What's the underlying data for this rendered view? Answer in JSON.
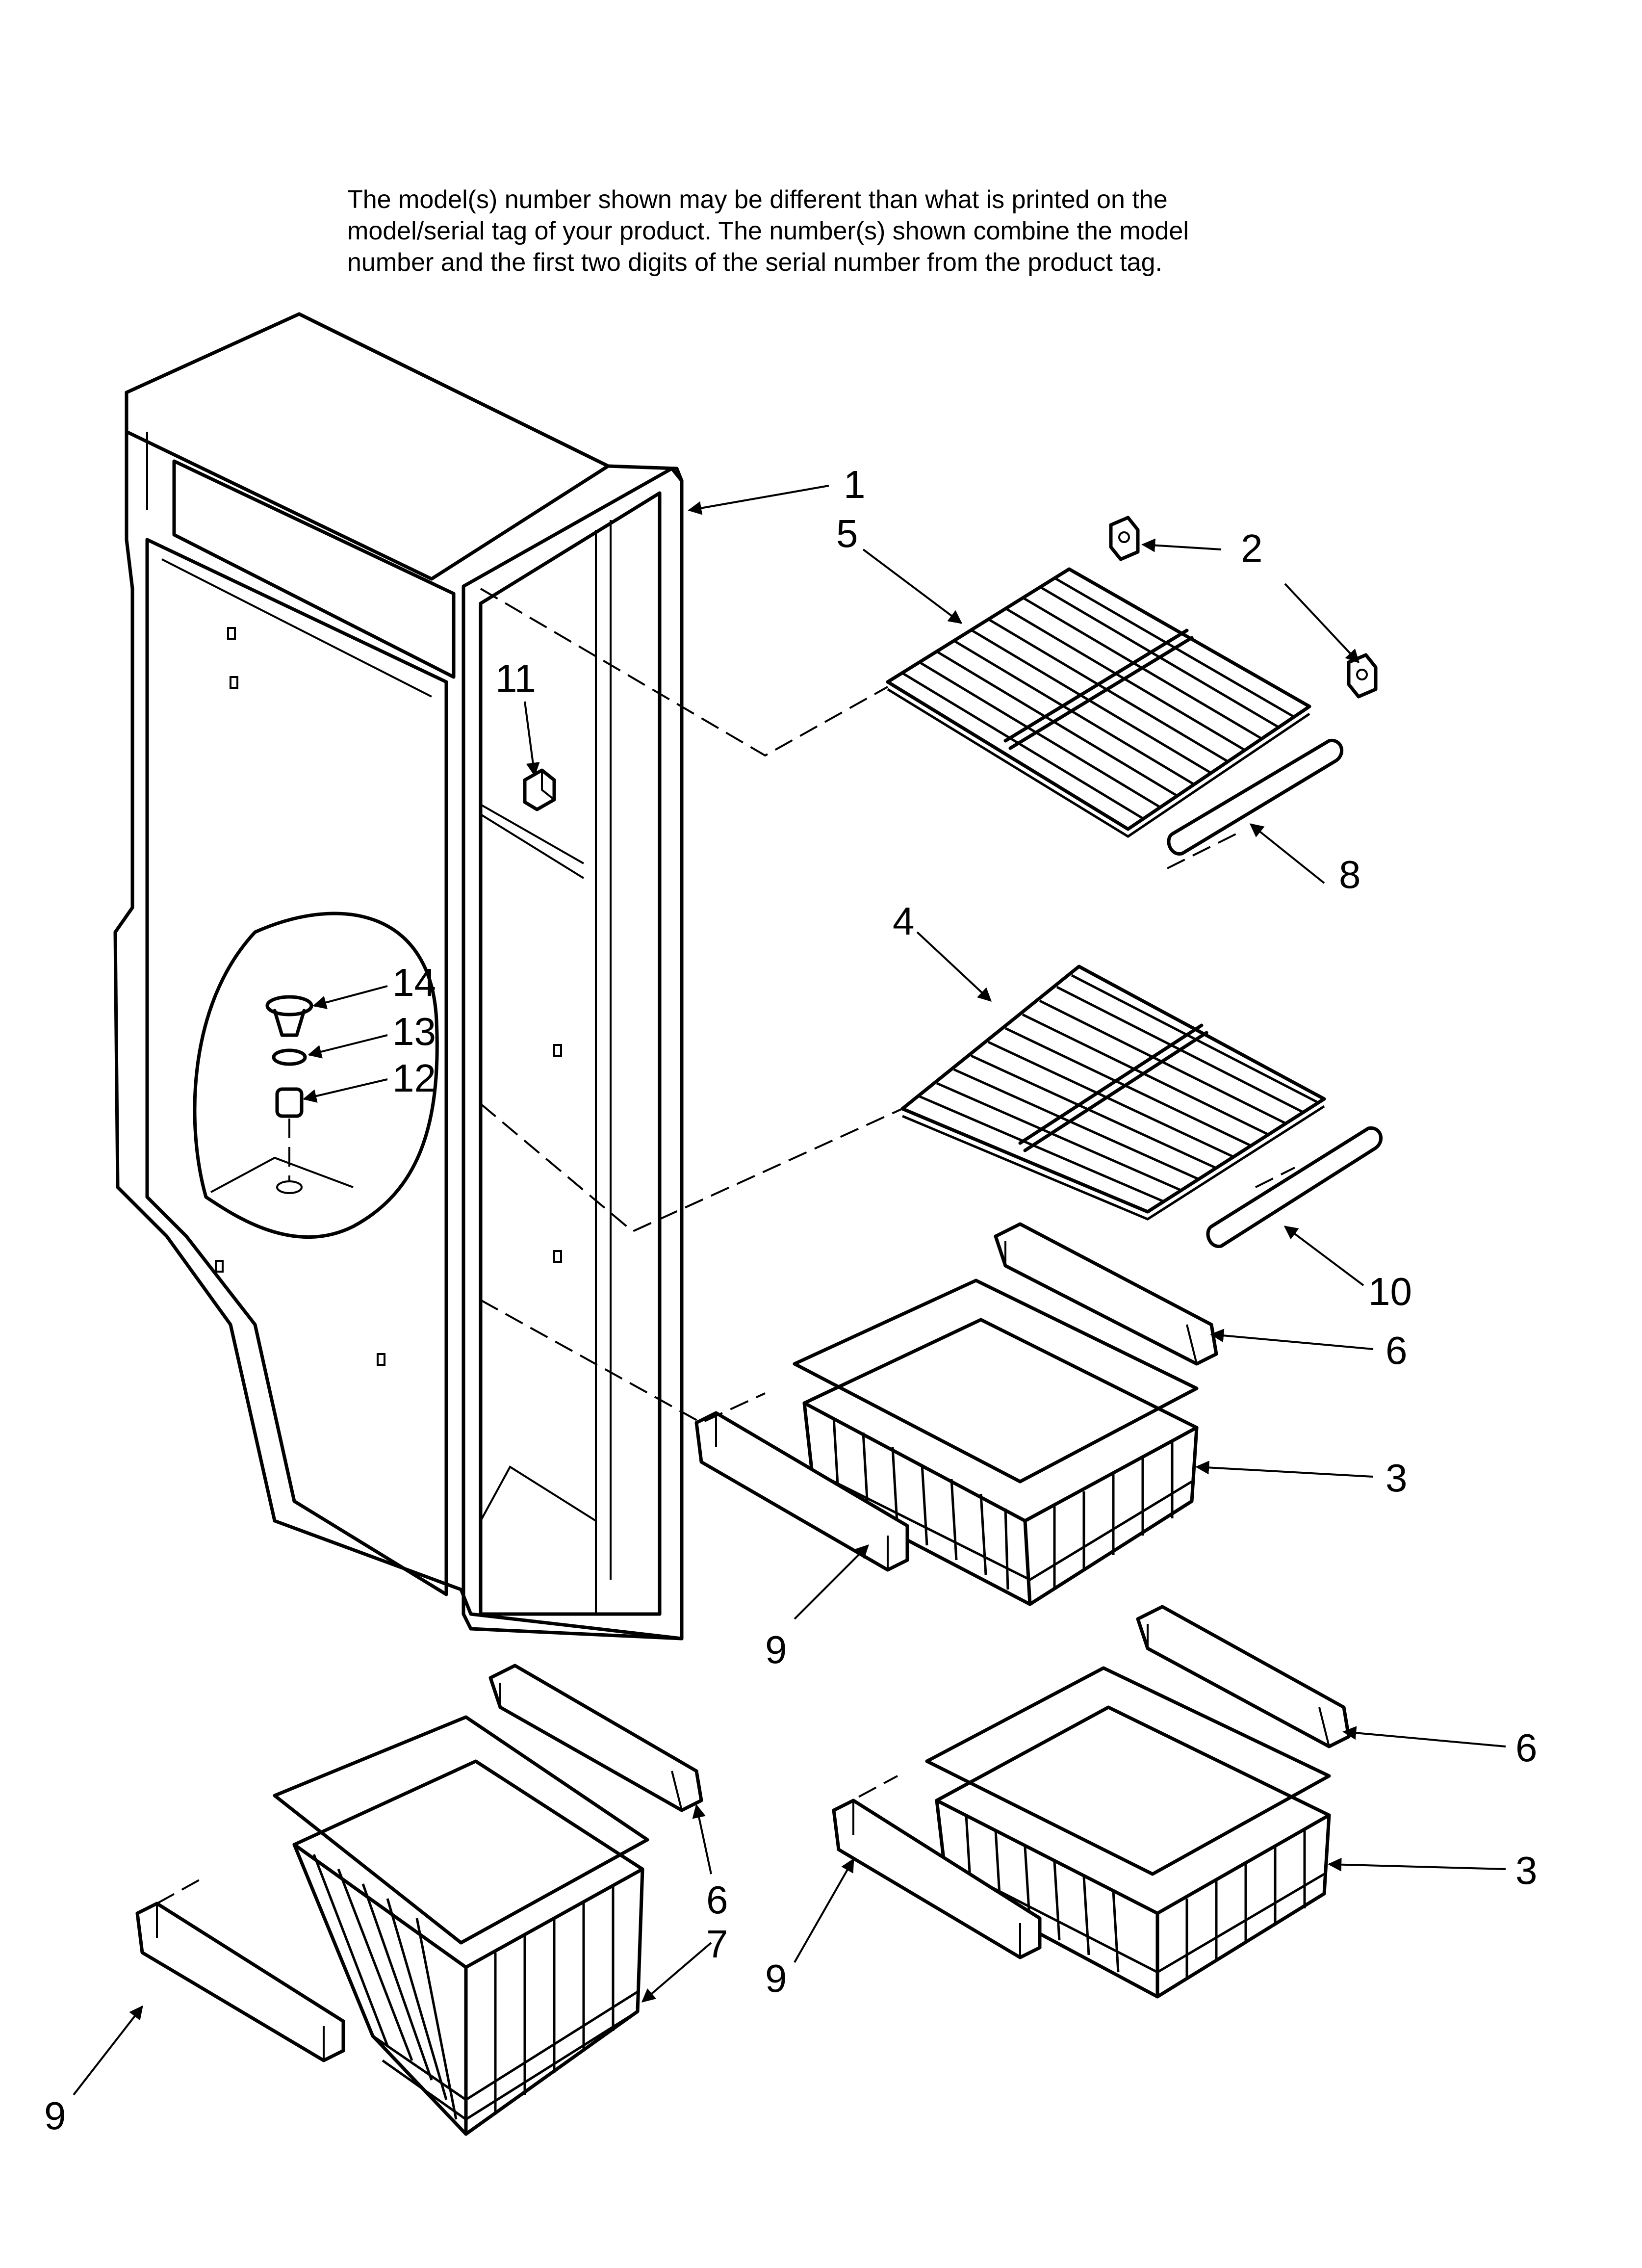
{
  "disclaimer": {
    "line1": "The model(s) number shown may be different than what is printed on the",
    "line2": "model/serial tag of your product. The number(s) shown combine the model",
    "line3": "number and the first two digits of the serial number from the product tag."
  },
  "callouts": {
    "c1": "1",
    "c2": "2",
    "c3a": "3",
    "c3b": "3",
    "c4": "4",
    "c5": "5",
    "c6a": "6",
    "c6b": "6",
    "c6c": "6",
    "c7": "7",
    "c8": "8",
    "c9a": "9",
    "c9b": "9",
    "c9c": "9",
    "c10": "10",
    "c11": "11",
    "c12": "12",
    "c13": "13",
    "c14": "14"
  }
}
